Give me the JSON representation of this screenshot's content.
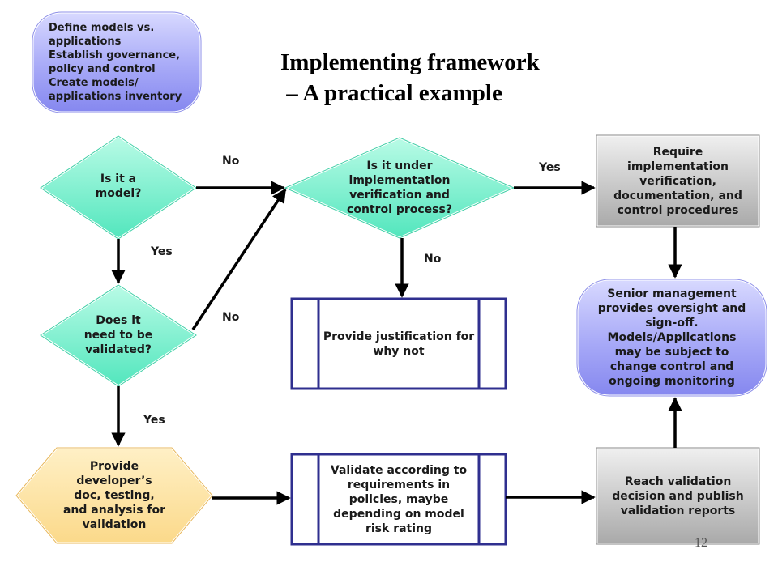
{
  "title": {
    "line1": "Implementing framework",
    "line2": " – A practical example"
  },
  "page_number": "12",
  "nodes": {
    "governance": "Define models vs.\napplications\nEstablish governance,\npolicy and control\nCreate models/\napplications inventory",
    "is_model": "Is it a\nmodel?",
    "needs_validation": "Does it\nneed to be\nvalidated?",
    "impl_verification": "Is it under\nimplementation\nverification and\ncontrol process?",
    "require_impl": "Require\nimplementation\nverification,\ndocumentation, and\ncontrol procedures",
    "justification": "Provide justification for\nwhy not",
    "senior_mgmt": "Senior management\nprovides oversight and\nsign-off.\nModels/Applications\nmay be subject to\nchange control and\nongoing monitoring",
    "developer_doc": "Provide\ndeveloper’s\ndoc, testing,\nand analysis for\nvalidation",
    "validate": "Validate according to\nrequirements in\npolicies, maybe\ndepending on model\nrisk rating",
    "reach_decision": "Reach validation\ndecision and publish\nvalidation reports"
  },
  "edge_labels": {
    "model_no": "No",
    "model_yes": "Yes",
    "validated_no": "No",
    "validated_yes": "Yes",
    "impl_yes": "Yes",
    "impl_no": "No"
  },
  "colors": {
    "green_diamond": "#6ef0cc",
    "blue_terminator": "#9a9cf2",
    "gray_box": "#bdbdbd",
    "orange_hex": "#fde2a0",
    "process_border": "#2f2f8f"
  }
}
